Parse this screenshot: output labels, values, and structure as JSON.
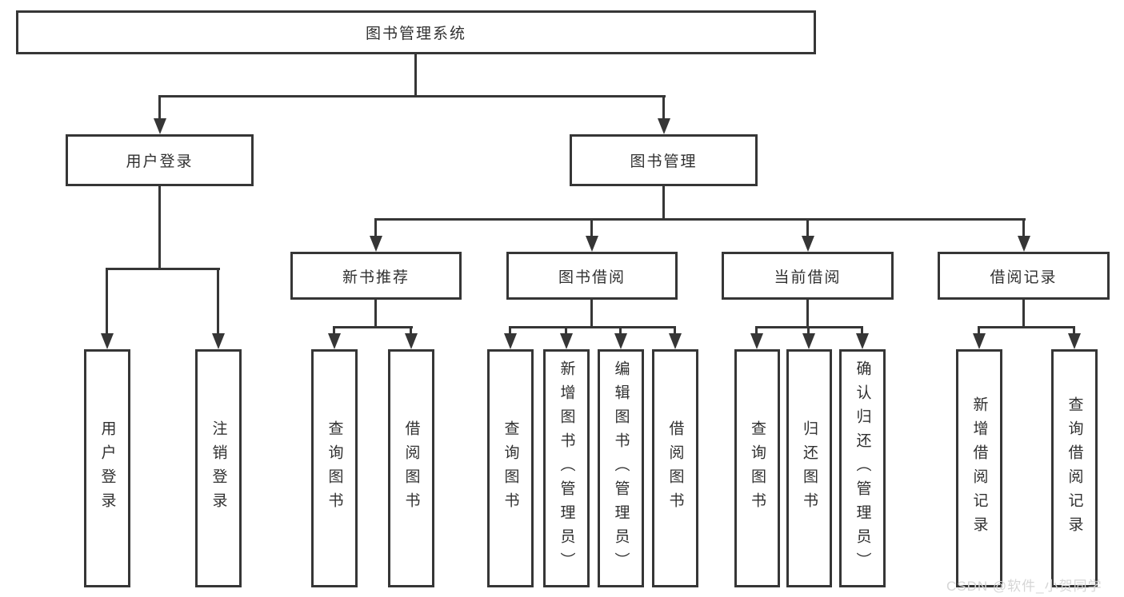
{
  "colors": {
    "line": "#363636",
    "text": "#303030",
    "background": "#ffffff",
    "watermark": "#d6d6d6"
  },
  "nodes": {
    "root": "图书管理系统",
    "user_login_group": "用户登录",
    "book_management": "图书管理",
    "new_book_recommend": "新书推荐",
    "book_borrowing": "图书借阅",
    "current_borrowing": "当前借阅",
    "borrowing_records": "借阅记录",
    "leaf_user_login": "用户登录",
    "leaf_logout": "注销登录",
    "leaf_recommend_query_books": "查询图书",
    "leaf_recommend_borrow_books": "借阅图书",
    "leaf_borrowing_query_books": "查询图书",
    "leaf_borrowing_add_books": "新增图书（管理员）",
    "leaf_borrowing_edit_books": "编辑图书（管理员）",
    "leaf_borrowing_borrow_books": "借阅图书",
    "leaf_current_query_books": "查询图书",
    "leaf_current_return_books": "归还图书",
    "leaf_current_confirm_return": "确认归还（管理员）",
    "leaf_records_add_record": "新增借阅记录",
    "leaf_records_query_record": "查询借阅记录"
  },
  "watermark": "CSDN @软件_小贺同学"
}
